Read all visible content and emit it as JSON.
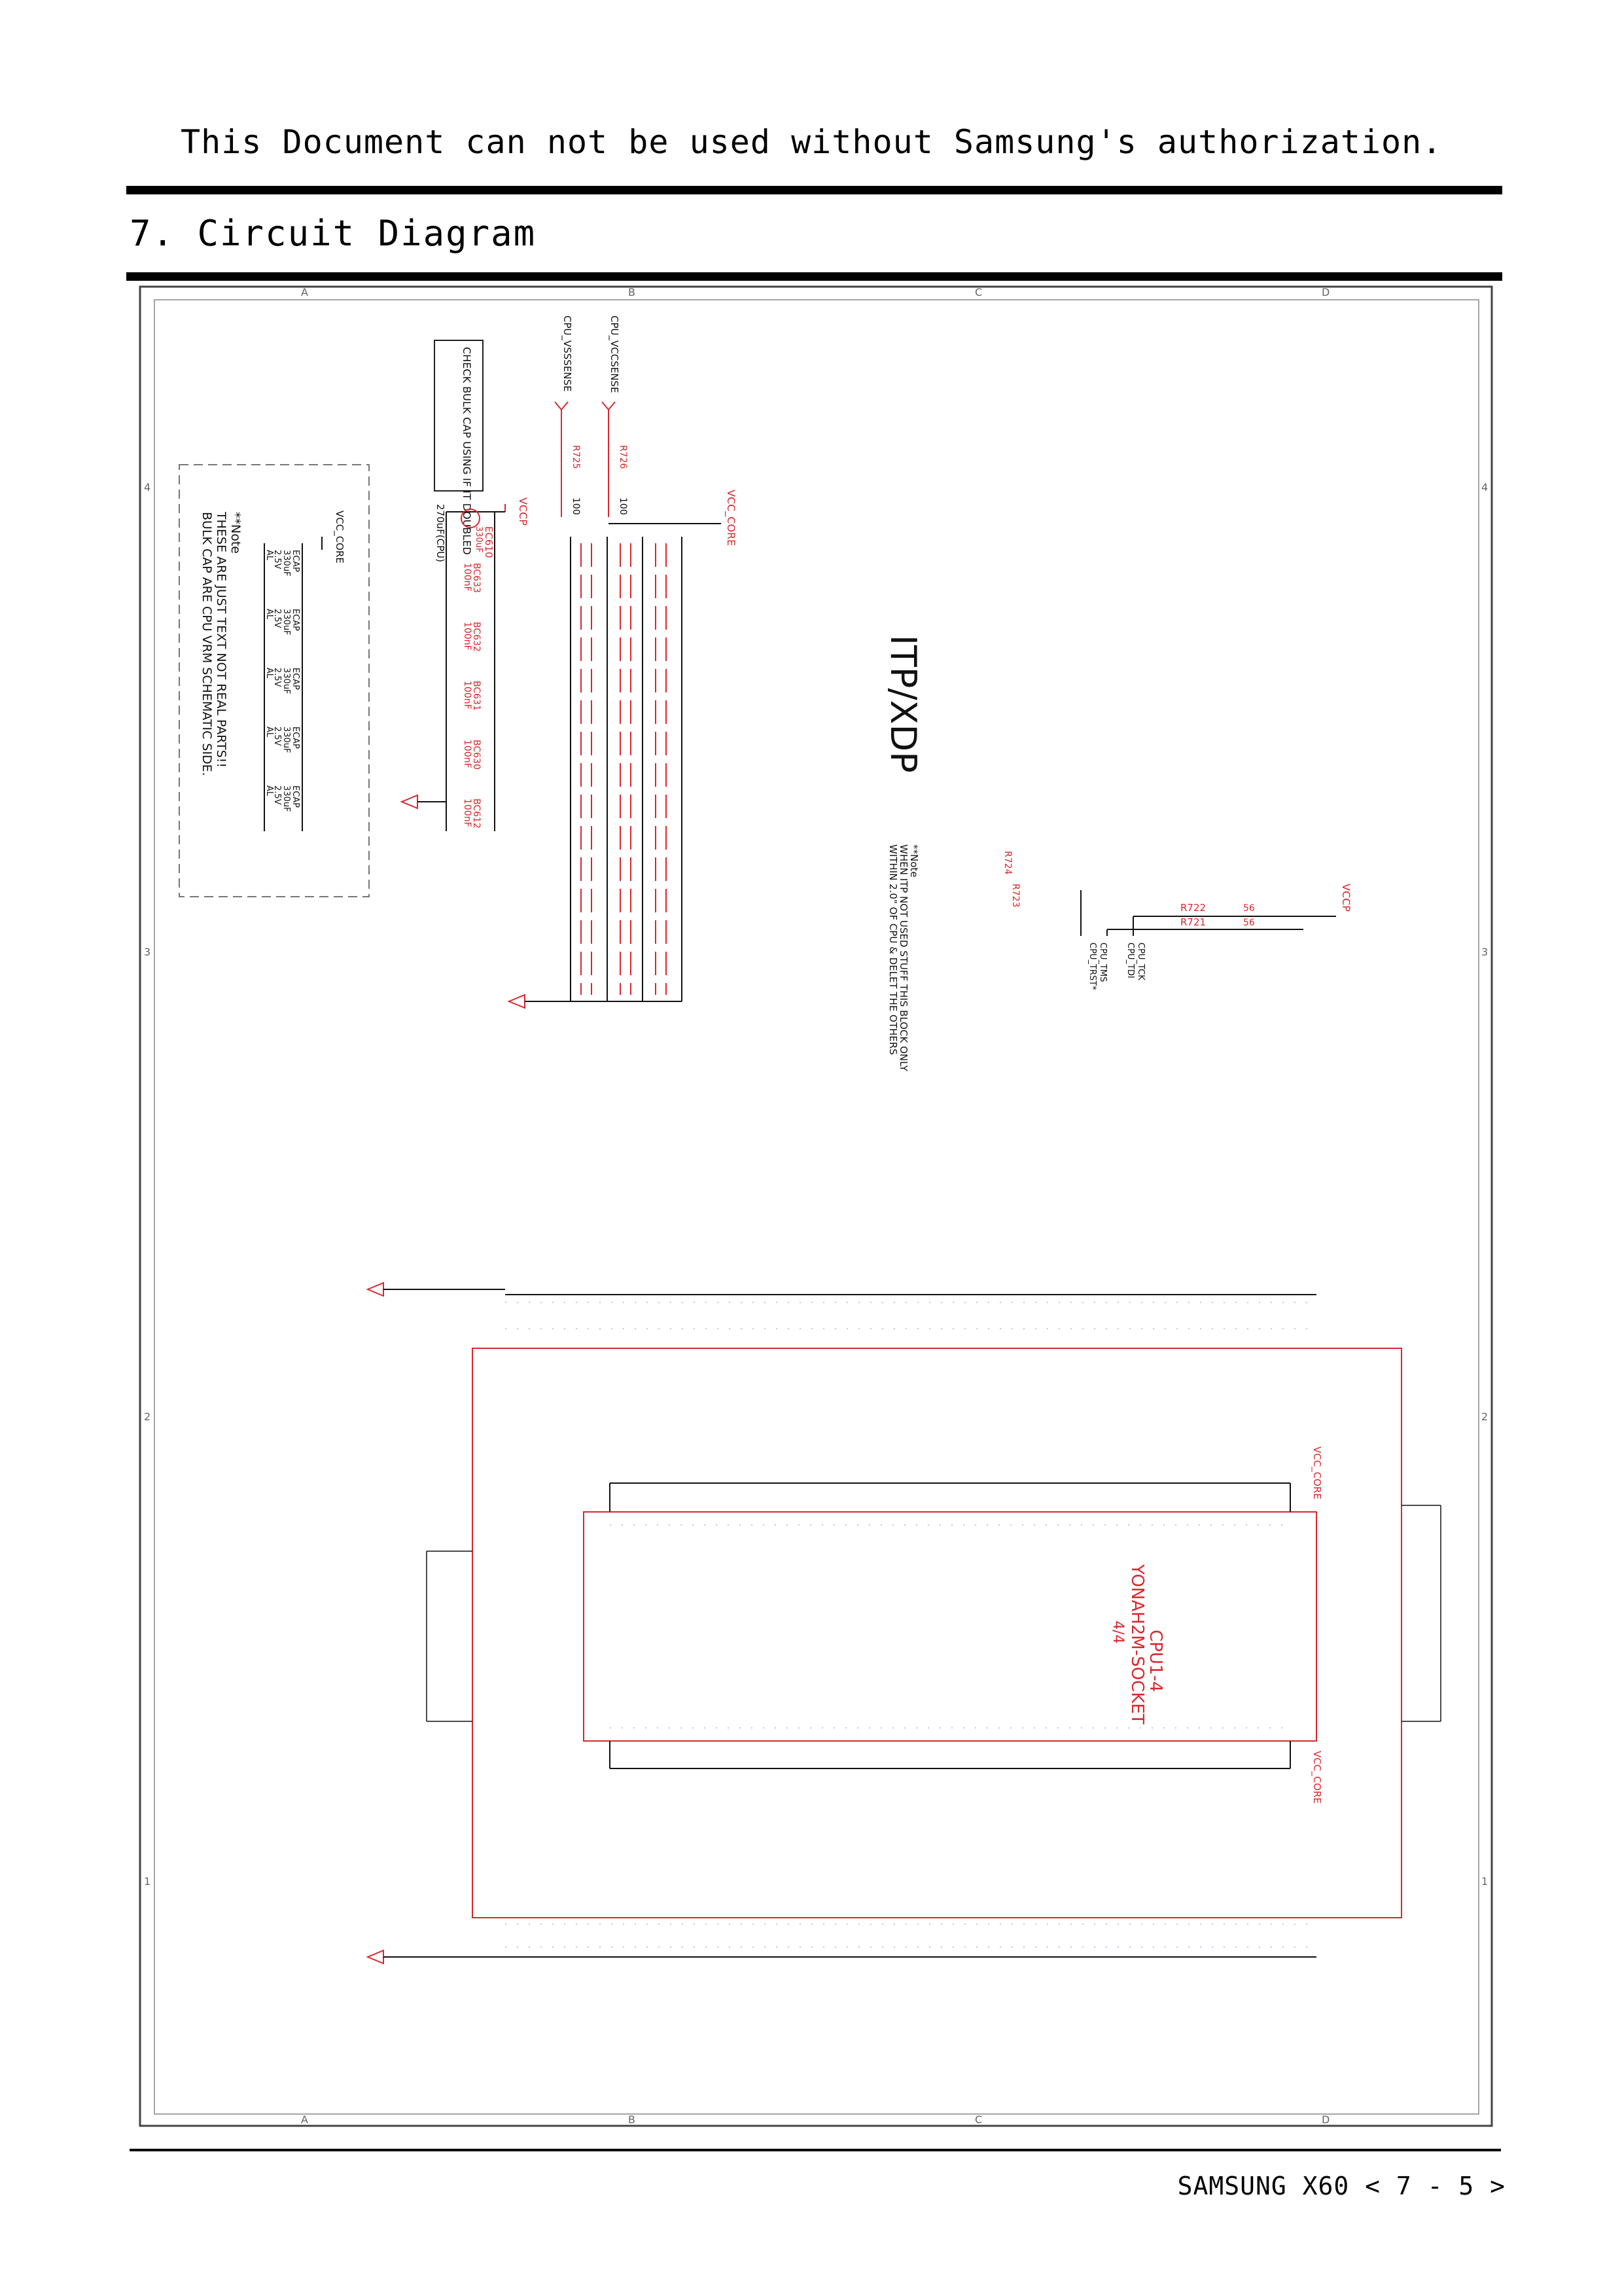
{
  "header": {
    "notice": "This Document can not be used without Samsung's authorization."
  },
  "section": {
    "title": "7. Circuit Diagram"
  },
  "schematic": {
    "grid_columns": [
      "A",
      "B",
      "C",
      "D"
    ],
    "grid_rows": [
      "4",
      "3",
      "2",
      "1"
    ],
    "itp_title": "ITP/XDP",
    "rails": {
      "vcc_core": "VCC_CORE",
      "vccp": "VCCP"
    },
    "sense": {
      "vccsense": "CPU_VCCSENSE",
      "vsssense": "CPU_VSSSENSE",
      "r726": "R726",
      "r725": "R725",
      "r_value": "100"
    },
    "bulk_note": "CHECK BULK CAP USING IF IT DOUBLED",
    "ec610": {
      "ref": "EC610",
      "value": "330uF",
      "caption": "270uF(CPU)"
    },
    "bc_small_caps": [
      "BC633",
      "BC632",
      "BC631",
      "BC630",
      "BC612"
    ],
    "bc_small_value": "100nF",
    "ecap_label": "ECAP",
    "ecap_value": "330uF",
    "ecap_voltage": "2.5V",
    "ecap_type": "AL",
    "vr_note": [
      "**Note",
      "THESE ARE JUST TEXT NOT REAL PARTS!!",
      "BULK CAP ARE CPU VRM SCHEMATIC SIDE."
    ],
    "itp": {
      "resistors": [
        "R724",
        "R723",
        "R722",
        "R721"
      ],
      "r_value": "56",
      "signals": [
        "CPU_TCK",
        "CPU_TDI",
        "CPU_TMS",
        "CPU_TRST*"
      ],
      "note": [
        "**Note",
        "WHEN ITP NOT USED STUFF THIS BLOCK ONLY",
        "WITHIN 2.0\" OF CPU & DELET THE OTHERS"
      ]
    },
    "cpu": {
      "title": "CPU1-4",
      "socket": "YONAH2M-SOCKET",
      "part": "4/4"
    }
  },
  "footer": {
    "text": "SAMSUNG X60 < 7 -  5 >"
  }
}
